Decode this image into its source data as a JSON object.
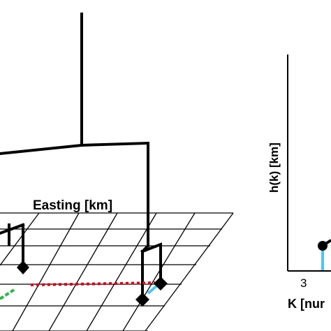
{
  "figure": {
    "easting_label": "Easting [km]",
    "hk_label": "h(k) [km]",
    "k_tick": "3",
    "k_label": "K [nur"
  },
  "colors": {
    "line": "#000000",
    "red_link": "#d0021b",
    "green_link": "#2fb34a",
    "cyan_stem": "#4fc3f7"
  }
}
